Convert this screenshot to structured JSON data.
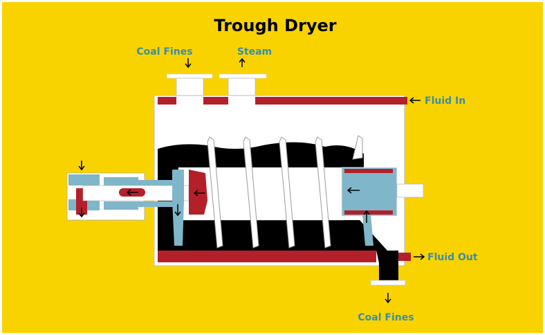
{
  "title": "Trough Dryer",
  "labels": {
    "coal_fines_in": "Coal Fines",
    "steam": "Steam",
    "fluid_in": "Fluid In",
    "fluid_out": "Fluid Out",
    "coal_fines_out": "Coal Fines"
  },
  "colors": {
    "background": "#F9D300",
    "label": "#3A8EA6",
    "jacket": "#B3202A",
    "hub": "#7FB6C9",
    "material": "#000000"
  }
}
